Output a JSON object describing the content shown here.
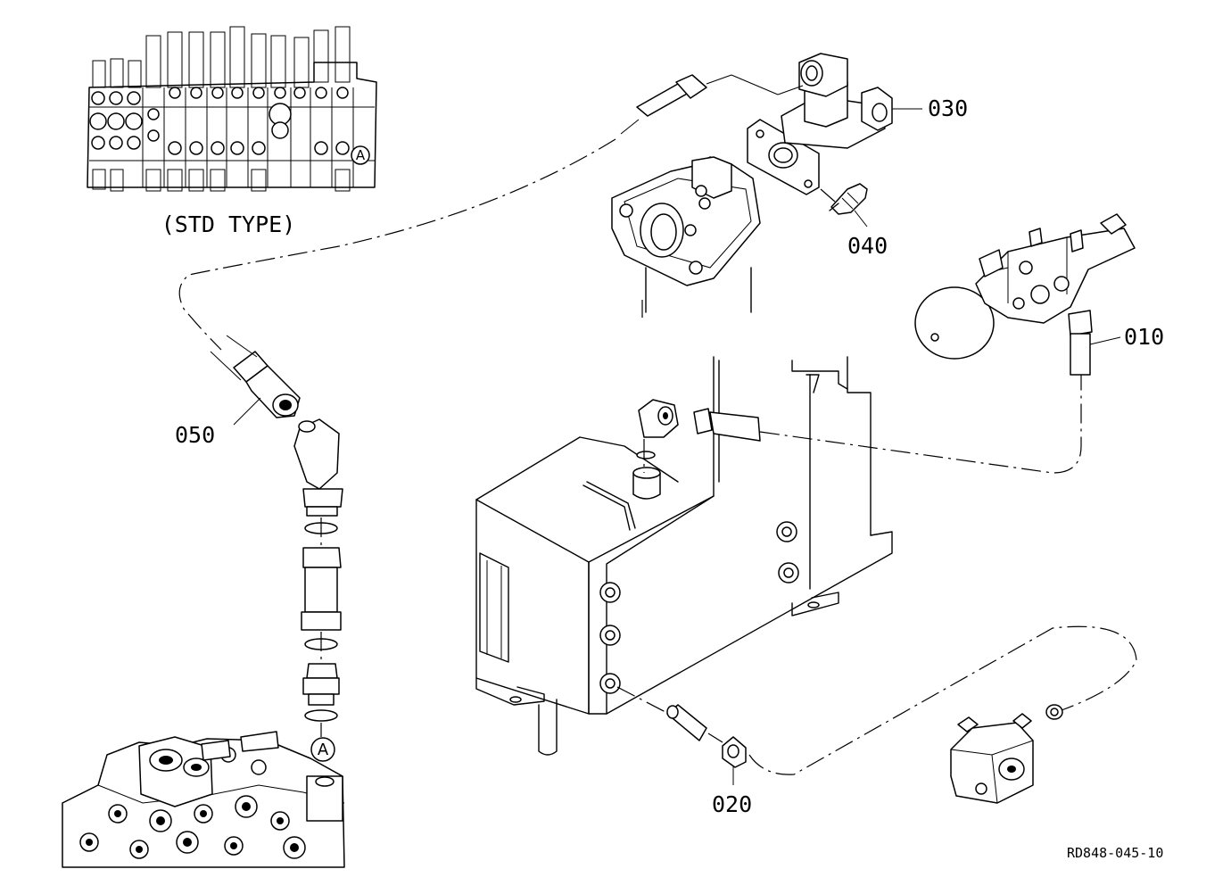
{
  "callouts": {
    "p010": "010",
    "p020": "020",
    "p030": "030",
    "p040": "040",
    "p050": "050"
  },
  "inset_caption": "(STD TYPE)",
  "marker_a": "A",
  "drawing_code": "RD848-045-10"
}
